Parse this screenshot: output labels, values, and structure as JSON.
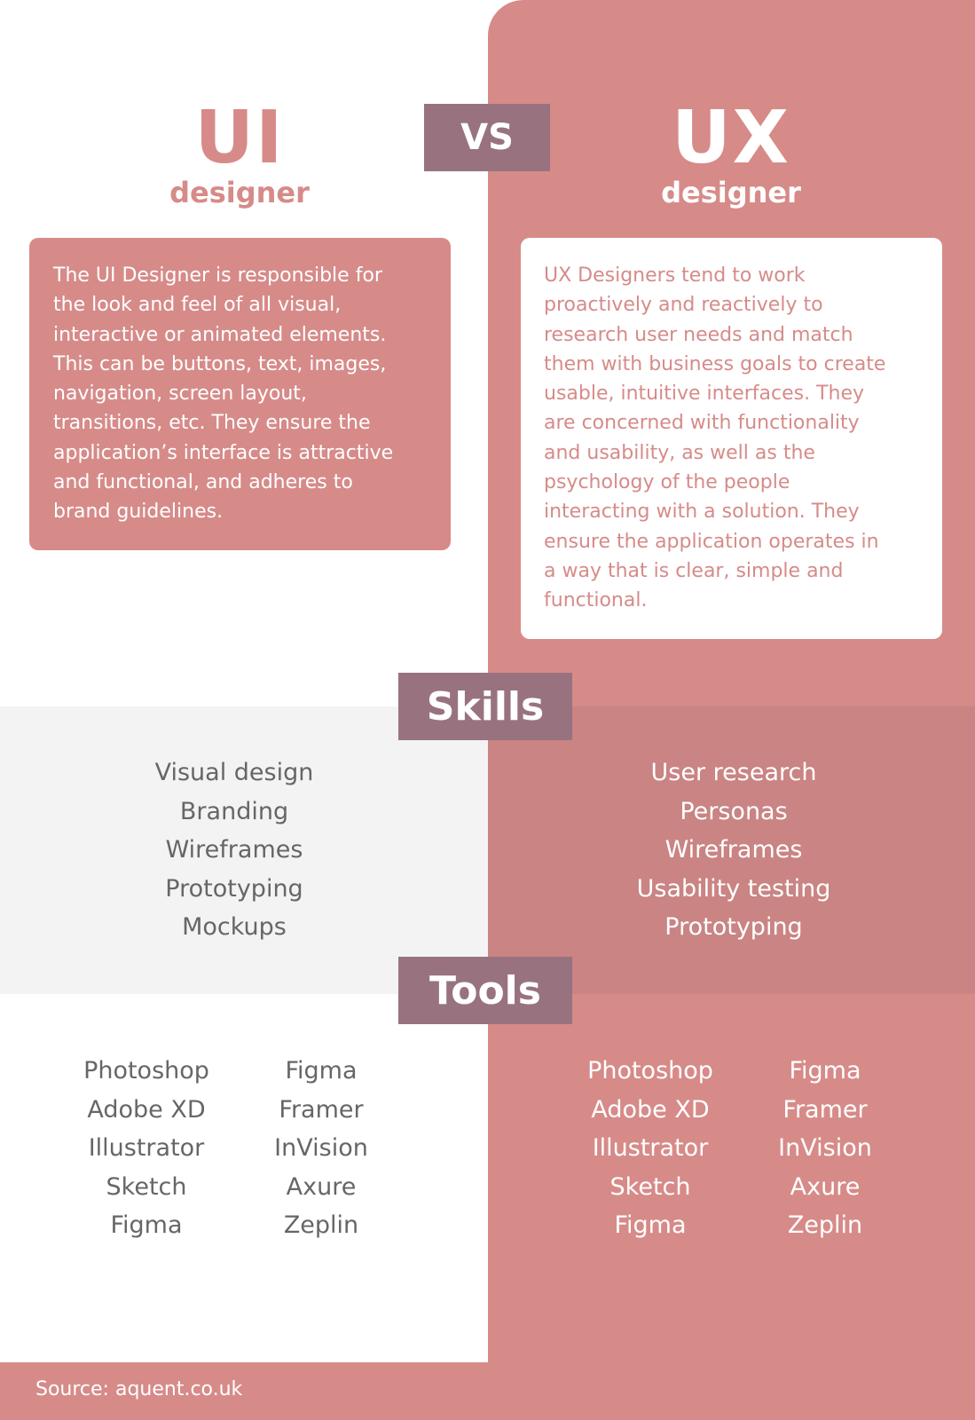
{
  "colors": {
    "accent_pink": "#d68b89",
    "mauve": "#98737f",
    "skills_band_right": "#c98483",
    "skills_band_left": "#f3f3f3",
    "text_gray": "#666666"
  },
  "header": {
    "ui_title": "UI",
    "ui_subtitle": "designer",
    "vs": "VS",
    "ux_title": "UX",
    "ux_subtitle": "designer"
  },
  "descriptions": {
    "ui_lines": [
      "The UI Designer is responsible for",
      "the look and feel of all visual,",
      "interactive or animated elements.",
      "This can be buttons, text, images,",
      "navigation, screen layout,",
      "transitions, etc. They ensure the",
      "application’s interface is attractive",
      "and functional, and adheres to",
      "brand guidelines."
    ],
    "ux_lines": [
      "UX Designers tend to work",
      "proactively and reactively to",
      "research user needs and match",
      "them with business goals to create",
      "usable, intuitive interfaces. They",
      "are concerned with functionality",
      "and usability, as well as the",
      "psychology of the people",
      "interacting with a solution. They",
      "ensure the application operates in",
      "a way that is clear, simple and",
      "functional."
    ]
  },
  "skills": {
    "heading": "Skills",
    "ui": [
      "Visual design",
      "Branding",
      "Wireframes",
      "Prototyping",
      "Mockups"
    ],
    "ux": [
      "User research",
      "Personas",
      "Wireframes",
      "Usability testing",
      "Prototyping"
    ]
  },
  "tools": {
    "heading": "Tools",
    "ui_col1": [
      "Photoshop",
      "Adobe XD",
      "Illustrator",
      "Sketch",
      "Figma"
    ],
    "ui_col2": [
      "Figma",
      "Framer",
      "InVision",
      "Axure",
      "Zeplin"
    ],
    "ux_col1": [
      "Photoshop",
      "Adobe XD",
      "Illustrator",
      "Sketch",
      "Figma"
    ],
    "ux_col2": [
      "Figma",
      "Framer",
      "InVision",
      "Axure",
      "Zeplin"
    ]
  },
  "footer": {
    "source": "Source: aquent.co.uk"
  }
}
